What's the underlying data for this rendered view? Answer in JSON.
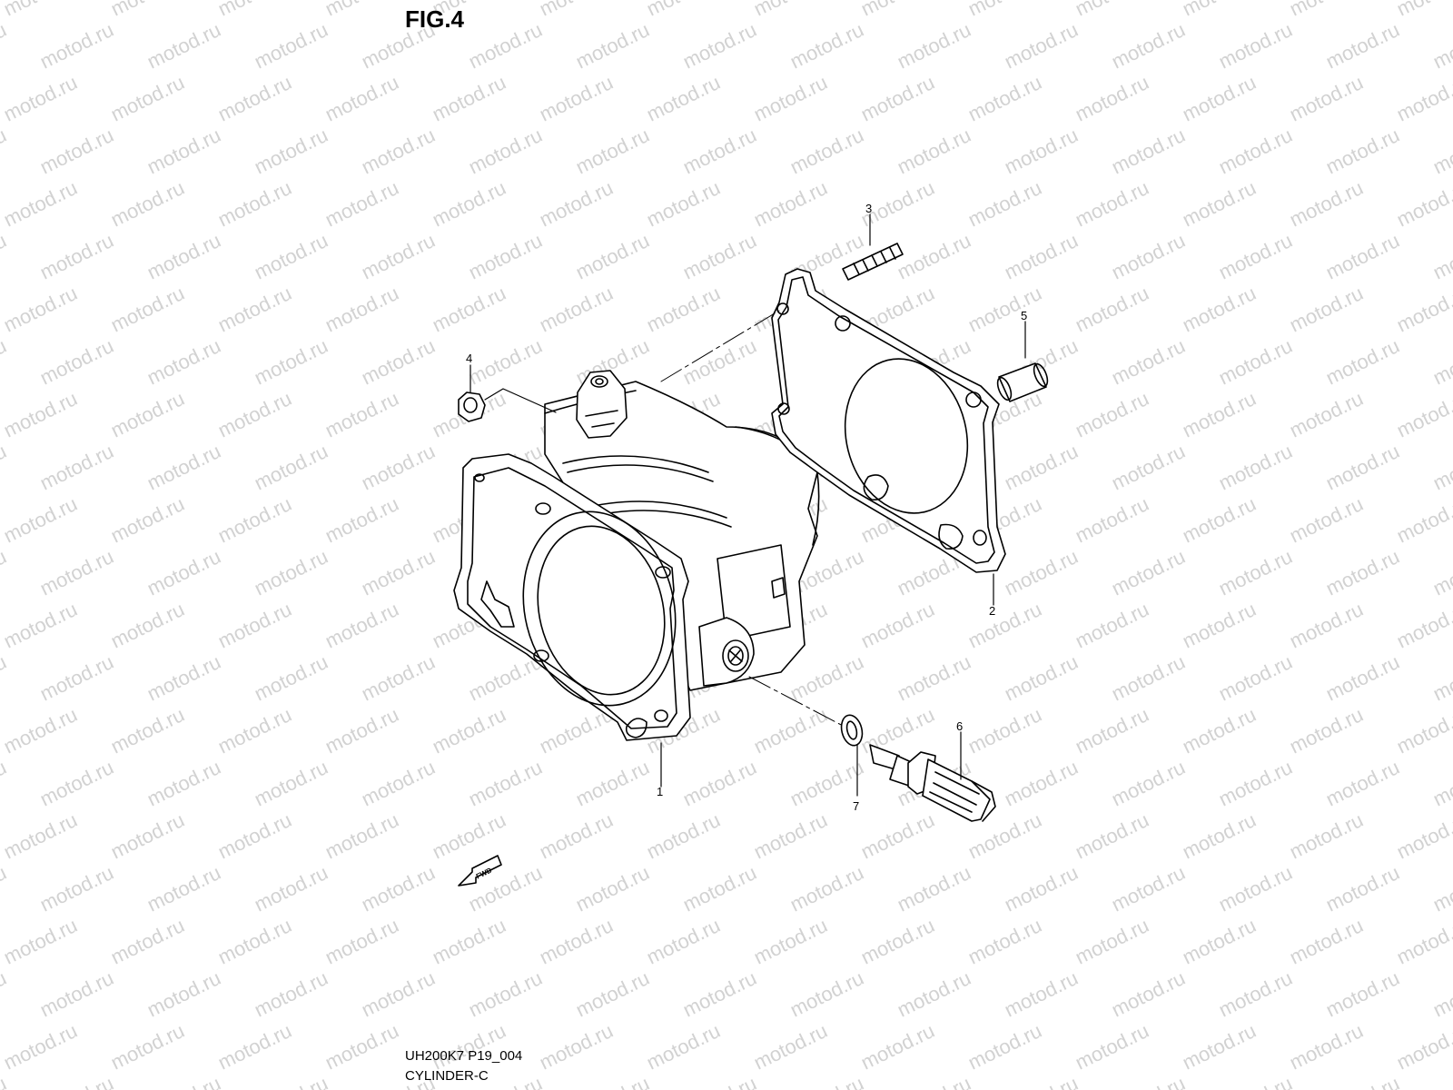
{
  "figure_title": "FIG.4",
  "watermark": "motod.ru",
  "reference_code": "UH200K7 P19_004",
  "section_name": "CYLINDER-C",
  "fwd_arrow_label": "FWD",
  "part_labels": {
    "p1": "1",
    "p2": "2",
    "p3": "3",
    "p4": "4",
    "p5": "5",
    "p6": "6",
    "p7": "7"
  }
}
